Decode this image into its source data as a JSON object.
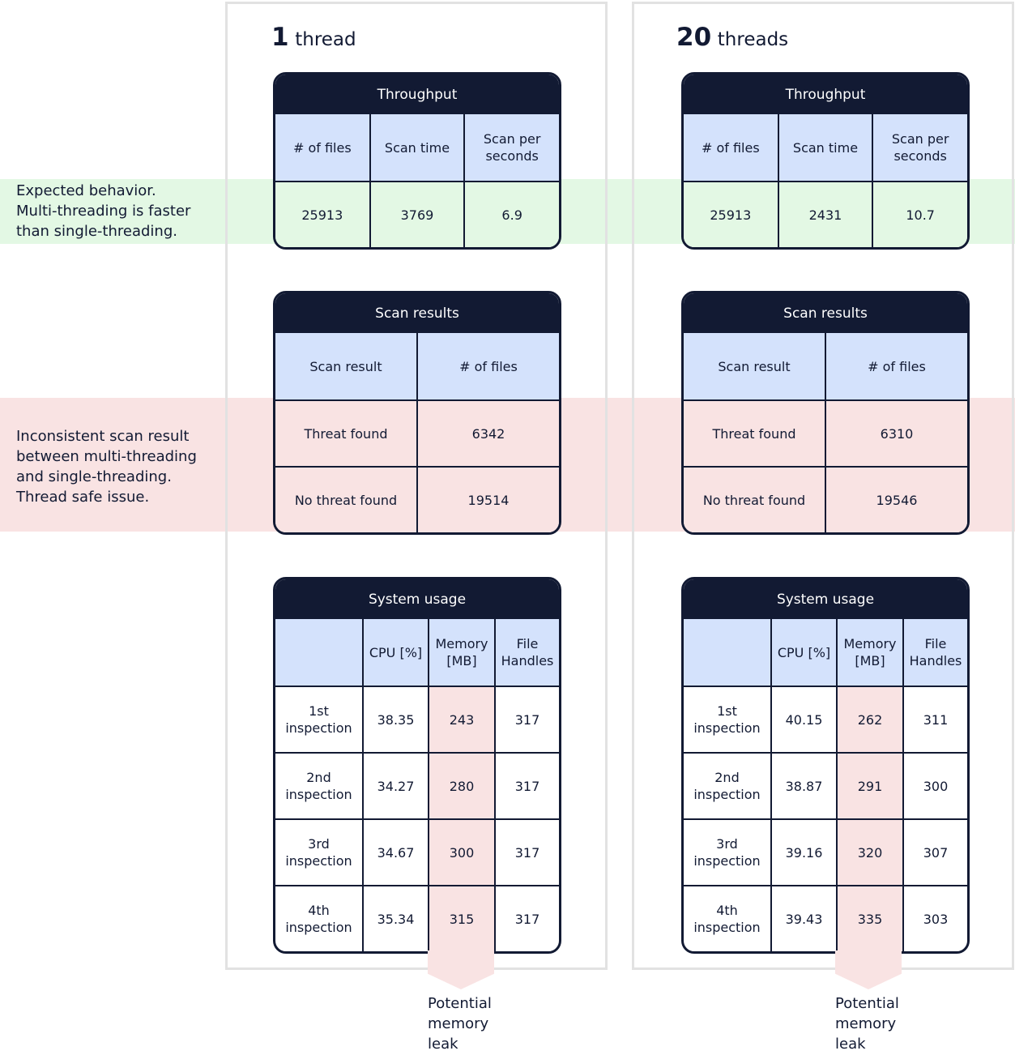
{
  "notes": {
    "expected": "Expected behavior.\nMulti-threading is faster\nthan single-threading.",
    "inconsistent": "Inconsistent scan result\nbetween multi-threading\nand single-threading.\nThread safe issue."
  },
  "columns": [
    {
      "count": "1",
      "unit": "thread",
      "throughput": {
        "title": "Throughput",
        "headers": [
          "# of files",
          "Scan time",
          "Scan per seconds"
        ],
        "row": [
          "25913",
          "3769",
          "6.9"
        ]
      },
      "scan_results": {
        "title": "Scan results",
        "headers": [
          "Scan result",
          "# of files"
        ],
        "rows": [
          [
            "Threat found",
            "6342"
          ],
          [
            "No threat found",
            "19514"
          ]
        ]
      },
      "system_usage": {
        "title": "System usage",
        "headers": [
          "",
          "CPU [%]",
          "Memory [MB]",
          "File Handles"
        ],
        "rows": [
          [
            "1st inspection",
            "38.35",
            "243",
            "317"
          ],
          [
            "2nd inspection",
            "34.27",
            "280",
            "317"
          ],
          [
            "3rd inspection",
            "34.67",
            "300",
            "317"
          ],
          [
            "4th inspection",
            "35.34",
            "315",
            "317"
          ]
        ]
      },
      "leak_label": "Potential\nmemory\nleak"
    },
    {
      "count": "20",
      "unit": "threads",
      "throughput": {
        "title": "Throughput",
        "headers": [
          "# of files",
          "Scan time",
          "Scan per seconds"
        ],
        "row": [
          "25913",
          "2431",
          "10.7"
        ]
      },
      "scan_results": {
        "title": "Scan results",
        "headers": [
          "Scan result",
          "# of files"
        ],
        "rows": [
          [
            "Threat found",
            "6310"
          ],
          [
            "No threat found",
            "19546"
          ]
        ]
      },
      "system_usage": {
        "title": "System usage",
        "headers": [
          "",
          "CPU [%]",
          "Memory [MB]",
          "File Handles"
        ],
        "rows": [
          [
            "1st inspection",
            "40.15",
            "262",
            "311"
          ],
          [
            "2nd inspection",
            "38.87",
            "291",
            "300"
          ],
          [
            "3rd inspection",
            "39.16",
            "320",
            "307"
          ],
          [
            "4th inspection",
            "39.43",
            "335",
            "303"
          ]
        ]
      },
      "leak_label": "Potential\nmemory\nleak"
    }
  ]
}
